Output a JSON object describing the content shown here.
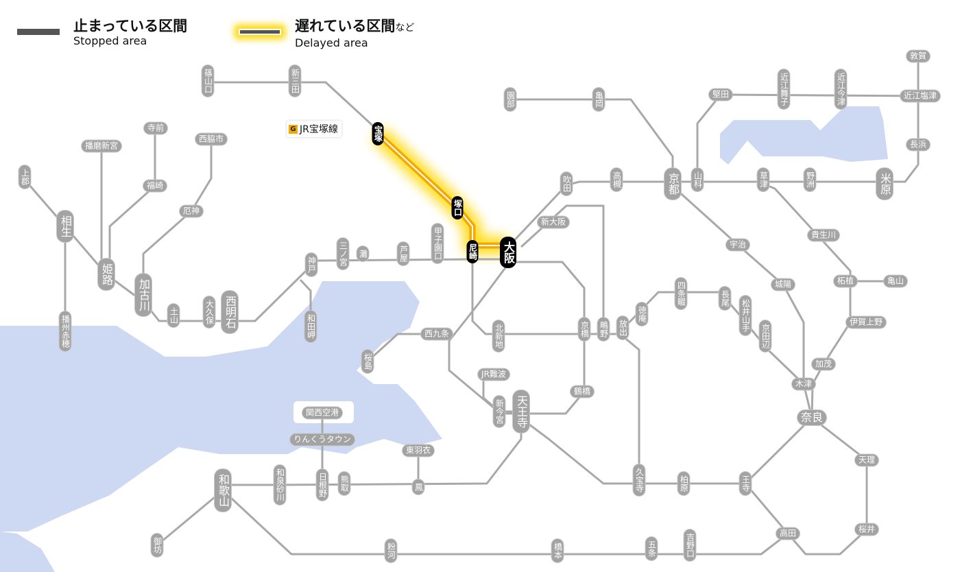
{
  "legend": {
    "stopped": {
      "title": "止まっている区間",
      "subtitle": "Stopped area",
      "color": "#555555"
    },
    "delayed": {
      "title": "遅れている区間",
      "title_suffix": "など",
      "subtitle": "Delayed area",
      "color": "#f5b800"
    }
  },
  "line_label": {
    "badge": "G",
    "name": "JR宝塚線"
  },
  "colors": {
    "line": "#a8a8a8",
    "water": "#cdd8f2",
    "station": "#a3a3a3",
    "delayed_station": "#000000"
  },
  "stations": {
    "sasayamaguchi": "篠山口",
    "shinsanda": "新三田",
    "takarazuka": "宝塚",
    "tsukaguchi": "塚口",
    "amagasaki": "尼崎",
    "osaka": "大阪",
    "teramae": "寺前",
    "harimashingu": "播磨新宮",
    "nishiwakishi": "西脇市",
    "kamigori": "上郡",
    "fukusaki": "福崎",
    "yakujin": "厄神",
    "aioi": "相生",
    "himeji": "姫路",
    "kakogawa": "加古川",
    "tsuchiyama": "土山",
    "okubo": "大久保",
    "nishiakashi": "西明石",
    "kobe": "神戸",
    "wadamisaki": "和田岬",
    "sannomiya": "三ノ宮",
    "nada": "灘",
    "ashiya": "芦屋",
    "koshienguchi": "甲子園口",
    "banshuako": "播州赤穂",
    "sonobe": "園部",
    "kameoka": "亀岡",
    "suita": "吹田",
    "takatsuki": "高槻",
    "kyoto": "京都",
    "yamashina": "山科",
    "katata": "堅田",
    "omimaiko": "近江舞子",
    "omiimazu": "近江今津",
    "tsuruga": "敦賀",
    "omishiotsu": "近江塩津",
    "nagahama": "長浜",
    "kusatsu": "草津",
    "yasu": "野洲",
    "maibara": "米原",
    "shinosaka": "新大阪",
    "uji": "宇治",
    "kibukawa": "貴生川",
    "joyo": "城陽",
    "tsuge": "柘植",
    "kameyama": "亀山",
    "igaueno": "伊賀上野",
    "shijonawate": "四条畷",
    "tokuan": "徳庵",
    "nagao": "長尾",
    "matsuiyamate": "松井山手",
    "kyotanabe": "京田辺",
    "hanaten": "放出",
    "shigino": "鴫野",
    "kyobashi": "京橋",
    "kitashinchi": "北新地",
    "nishikujo": "西九条",
    "sakurajima": "桜島",
    "jrnamba": "JR難波",
    "tsuruhashi": "鶴橋",
    "shinimamiya": "新今宮",
    "tennoji": "天王寺",
    "kamo": "加茂",
    "kizu": "木津",
    "nara": "奈良",
    "tenri": "天理",
    "sakurai": "桜井",
    "takada": "高田",
    "oji": "王寺",
    "kashiwara": "柏原",
    "kyuhoji": "久宝寺",
    "kansaiairport": "関西空港",
    "rinkutown": "りんくうタウン",
    "higashihagoromo": "東羽衣",
    "otori": "鳳",
    "kumatori": "熊取",
    "hineno": "日根野",
    "izumisunagawa": "和泉砂川",
    "wakayama": "和歌山",
    "gobo": "御坊",
    "kokawa": "粉河",
    "hashimoto": "橋本",
    "gojo": "五条",
    "yoshinoguchi": "吉野口"
  }
}
